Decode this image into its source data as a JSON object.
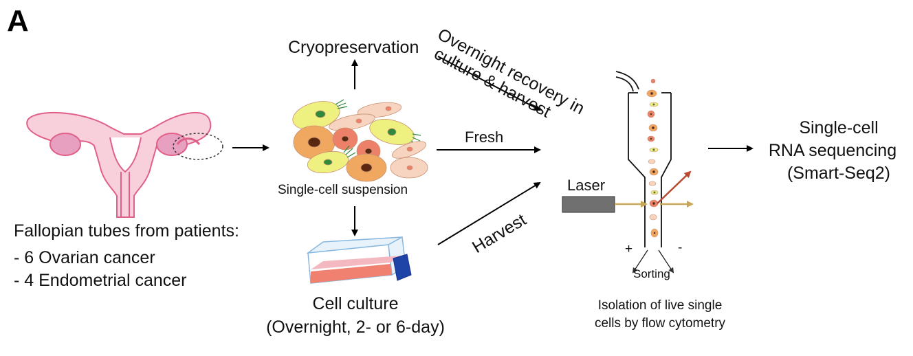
{
  "panel_label": "A",
  "source": {
    "title": "Fallopian tubes from patients:",
    "items": [
      "- 6 Ovarian cancer",
      "- 4 Endometrial cancer"
    ]
  },
  "suspension": {
    "label": "Single-cell suspension"
  },
  "cryo": {
    "label": "Cryopreservation"
  },
  "culture": {
    "label": "Cell culture",
    "detail": "(Overnight, 2- or 6-day)"
  },
  "routes": {
    "recovery_line1": "Overnight recovery in",
    "recovery_line2": "culture & harvest",
    "fresh": "Fresh",
    "harvest": "Harvest"
  },
  "cytometry": {
    "laser": "Laser",
    "plus": "+",
    "minus": "-",
    "sorting": "Sorting",
    "caption_line1": "Isolation of live single",
    "caption_line2": "cells by flow cytometry"
  },
  "sequencing": {
    "line1": "Single-cell",
    "line2": "RNA sequencing",
    "line3": "(Smart-Seq2)"
  },
  "colors": {
    "uterus_outline": "#e0608a",
    "uterus_fill": "#f8d0dc",
    "cell_yellow": "#eef080",
    "cell_orange": "#f0a860",
    "cell_salmon": "#ec8068",
    "cell_beige": "#f6d4c0",
    "nucleus_green": "#2e8a3a",
    "nucleus_brown": "#5a2810",
    "flask_cap": "#1f44a8",
    "flask_media": "#f08070",
    "laser_box": "#707070",
    "beam": "#c8a858",
    "scatter": "#b84830"
  }
}
